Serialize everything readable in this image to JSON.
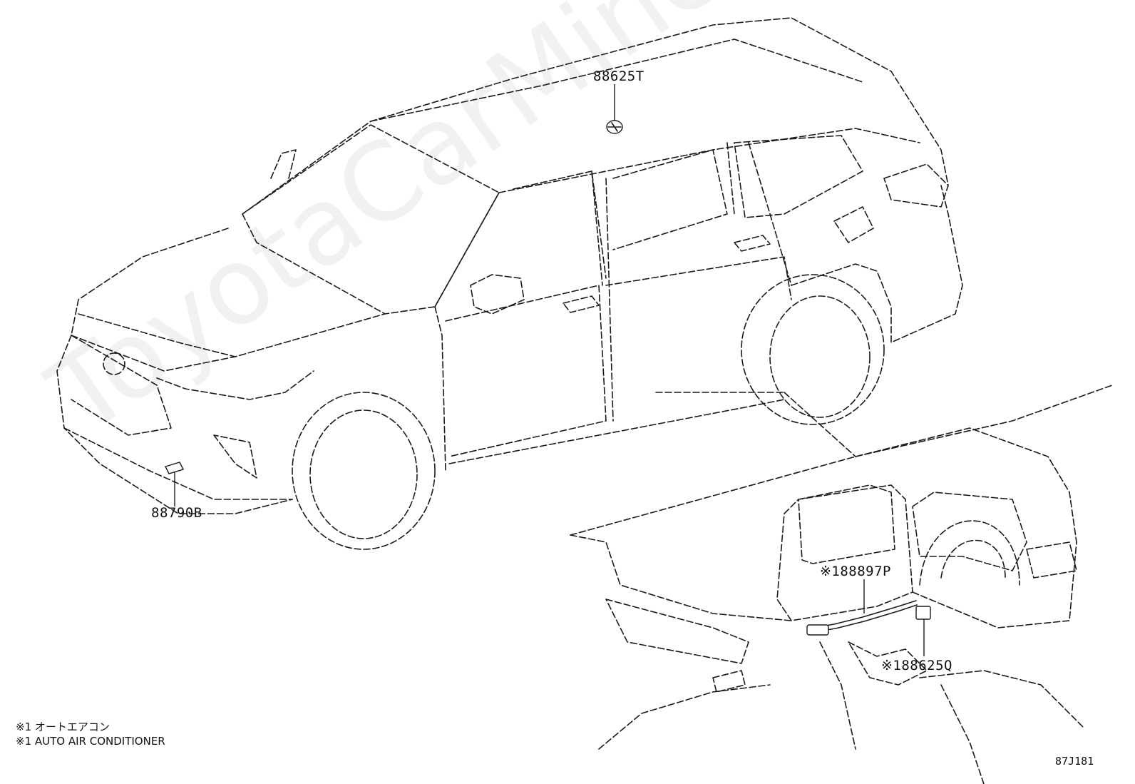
{
  "watermark": "ToyotaCarMine.ru",
  "parts": {
    "roof_sensor": "88625T",
    "front_sensor": "88790B",
    "dash_hose": "※188897P",
    "dash_sensor": "※188625Q"
  },
  "notes": {
    "jp": "※1 オートエアコン",
    "en": "※1 AUTO AIR CONDITIONER"
  },
  "diagram_code": "87J181"
}
